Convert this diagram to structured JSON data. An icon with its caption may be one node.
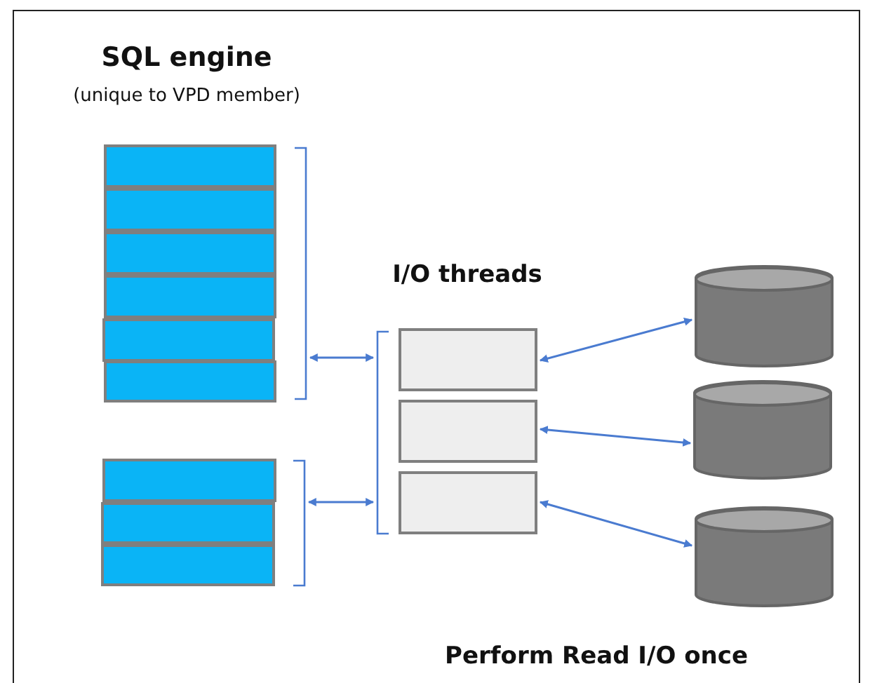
{
  "diagram": {
    "nodes": [
      {
        "text": [],
        "shape": "box"
      },
      {
        "text": [],
        "shape": "box"
      },
      {
        "text": [],
        "shape": "box"
      },
      {
        "text": [],
        "shape": "box"
      },
      {
        "text": [],
        "shape": "box"
      },
      {
        "text": [],
        "shape": "box"
      },
      {
        "text": [],
        "shape": "box"
      },
      {
        "text": [],
        "shape": "box"
      },
      {
        "text": [],
        "shape": "box"
      },
      {
        "text": [],
        "shape": "bracket"
      },
      {
        "text": [],
        "shape": "bracket"
      },
      {
        "text": [],
        "shape": "bracket"
      },
      {
        "text": [],
        "shape": "box"
      },
      {
        "text": [],
        "shape": "box"
      },
      {
        "text": [],
        "shape": "box"
      },
      {
        "text": [],
        "shape": "cylinder"
      },
      {
        "text": [],
        "shape": "cylinder"
      },
      {
        "text": [],
        "shape": "cylinder"
      }
    ],
    "edges": [
      {
        "from": 9,
        "to": 11,
        "arrow": "both"
      },
      {
        "from": 10,
        "to": 11,
        "arrow": "both"
      },
      {
        "from": 12,
        "to": 15,
        "arrow": "both"
      },
      {
        "from": 13,
        "to": 16,
        "arrow": "both"
      },
      {
        "from": 14,
        "to": 17,
        "arrow": "both"
      }
    ],
    "labels": [
      "SQL engine",
      "(unique to VPD member)",
      "I/O threads",
      "Perform Read I/O once"
    ]
  }
}
